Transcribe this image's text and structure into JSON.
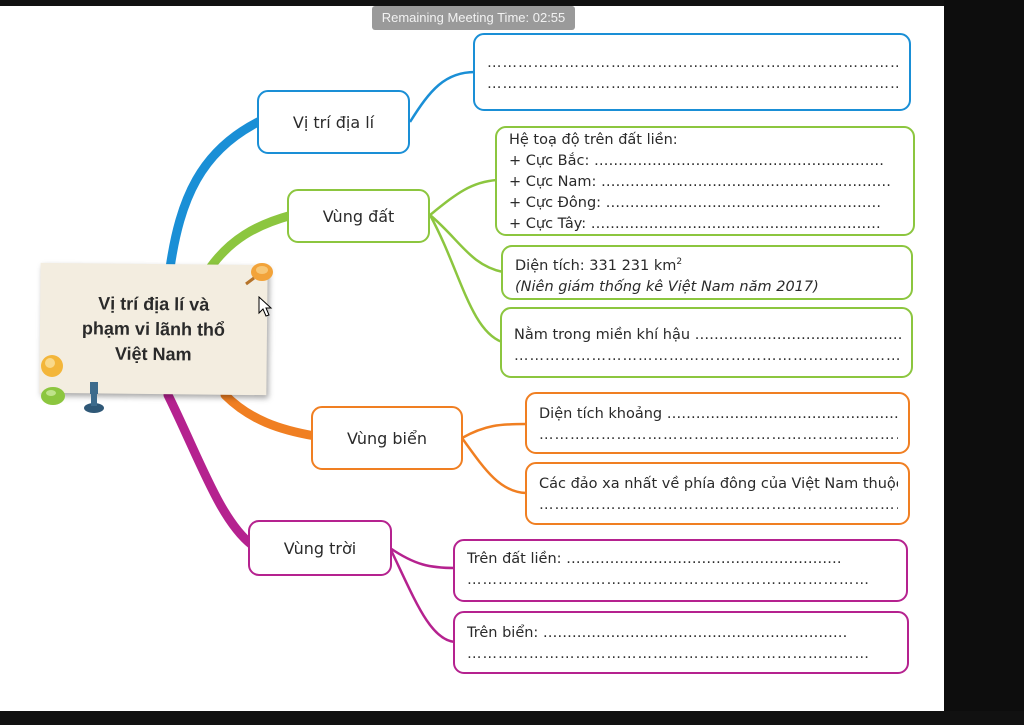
{
  "meeting": {
    "remaining_label": "Remaining Meeting Time: 02:55"
  },
  "central": {
    "line1": "Vị trí địa lí và",
    "line2": "phạm vi lãnh thổ",
    "line3": "Việt Nam"
  },
  "branches": {
    "vi_tri": {
      "label": "Vị trí địa lí",
      "color": "#1a8fd6"
    },
    "vung_dat": {
      "label": "Vùng đất",
      "color": "#8cc63f"
    },
    "vung_bien": {
      "label": "Vùng biển",
      "color": "#f07f22"
    },
    "vung_troi": {
      "label": "Vùng trời",
      "color": "#b5228f"
    }
  },
  "boxes": {
    "vi_tri_blank": {
      "line1": "…………………………………………………………………………",
      "line2": "…………………………………………………………………………"
    },
    "he_toa_do": {
      "title": "Hệ toạ độ trên đất liền:",
      "bac": "+ Cực Bắc: ……………………………………………………",
      "nam": "+ Cực Nam: ……………………………………………………",
      "dong": "+ Cực Đông: …………………………………………………",
      "tay": "+ Cực Tây: ……………………………………………………"
    },
    "dien_tich": {
      "line1": "Diện tích: 331 231 km",
      "sup": "2",
      "line2": "(Niên giám thống kê Việt Nam năm 2017)"
    },
    "khi_hau": {
      "line1": "Nằm trong miền khí hậu ………………………………………",
      "line2": "……………………………………………………………………"
    },
    "bien_dien_tich": {
      "line1": "Diện tích khoảng ……………………………………………",
      "line2": "……………………………………………………………………"
    },
    "dao_xa": {
      "line1": "Các đảo xa nhất về phía đông của Việt Nam thuộc",
      "line2": "……………………………………………………………………"
    },
    "troi_dat": {
      "line1": "Trên đất liền: …………………………………………………",
      "line2": "……………………………………………………………………"
    },
    "troi_bien": {
      "line1": "Trên biển: ………………………………………………………",
      "line2": "……………………………………………………………………"
    }
  }
}
